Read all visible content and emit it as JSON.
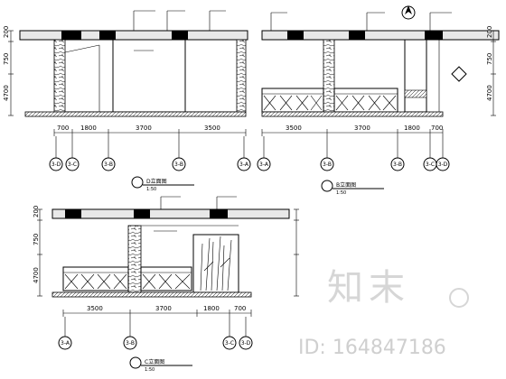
{
  "elevation_a": {
    "title": "D立面图",
    "scale": "1:50",
    "dims_h": [
      "700",
      "1800",
      "3700",
      "3500"
    ],
    "dims_v": [
      "200",
      "750",
      "4700"
    ],
    "axes": [
      "3-D",
      "3-C",
      "3-B",
      "3-B",
      "3-A"
    ]
  },
  "elevation_b": {
    "title": "B立面图",
    "scale": "1:50",
    "dims_h": [
      "3500",
      "3700",
      "1800",
      "700"
    ],
    "dims_v": [
      "200",
      "750",
      "4700"
    ],
    "axes": [
      "3-A",
      "3-B",
      "3-B",
      "3-C",
      "3-D"
    ]
  },
  "elevation_c": {
    "title": "C立面图",
    "scale": "1:50",
    "dims_h": [
      "3500",
      "3700",
      "1800",
      "700"
    ],
    "dims_v": [
      "200",
      "750",
      "4700"
    ],
    "axes": [
      "3-A",
      "3-B",
      "3-C",
      "3-D"
    ]
  },
  "watermark": {
    "logo": "知末",
    "id": "ID: 164847186"
  }
}
